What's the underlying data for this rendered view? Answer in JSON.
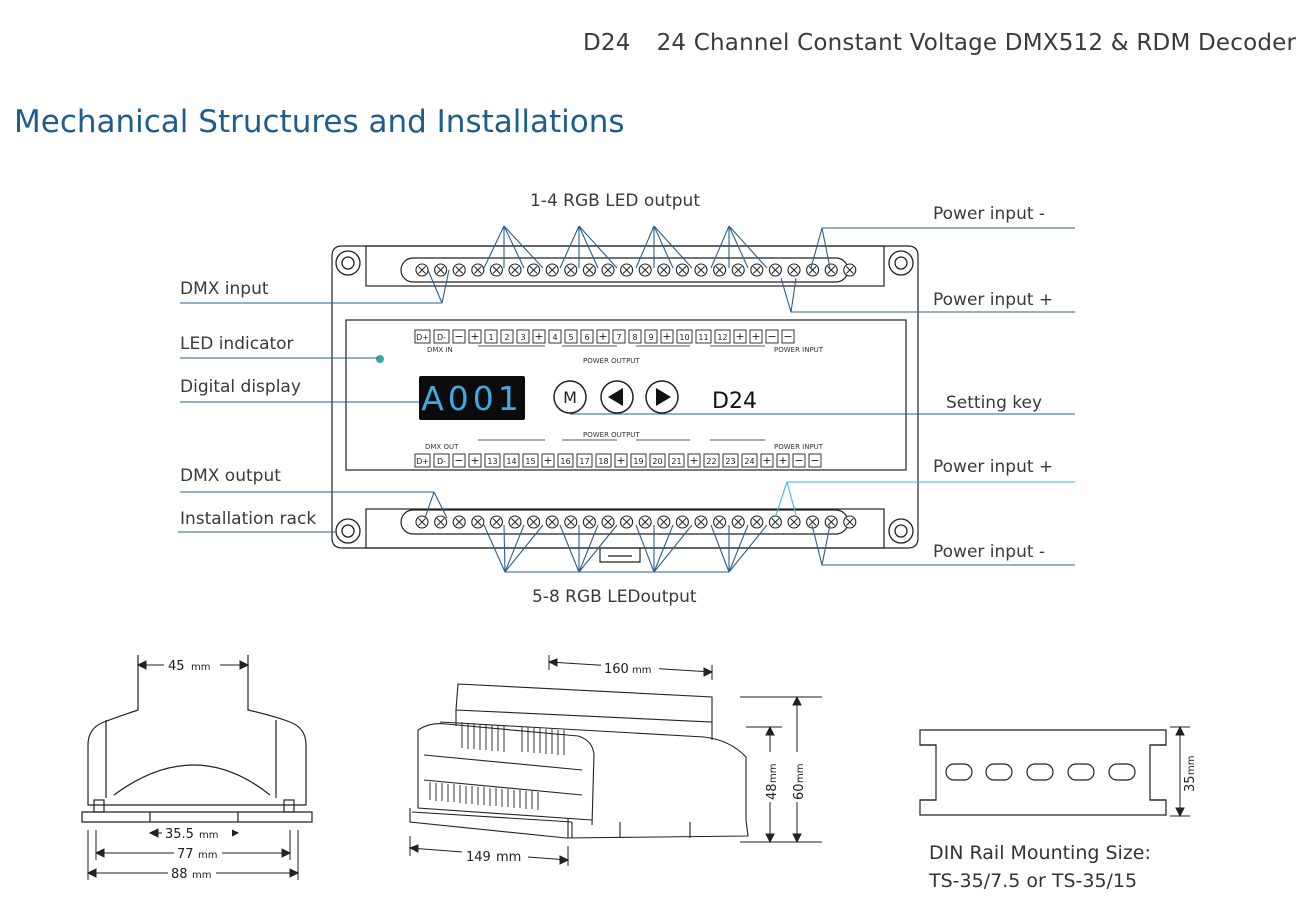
{
  "header": {
    "model": "D24",
    "product": "24 Channel Constant Voltage DMX512 & RDM Decoder"
  },
  "section_title": "Mechanical Structures and Installations",
  "callouts": {
    "rgb_1_4": "1-4 RGB LED output",
    "rgb_5_8": "5-8 RGB LEDoutput",
    "dmx_input": "DMX input",
    "led_indicator": "LED indicator",
    "digital_display": "Digital display",
    "dmx_output": "DMX output",
    "installation_rack": "Installation rack",
    "power_input_minus_top": "Power input -",
    "power_input_plus_top": "Power input +",
    "setting_key": "Setting key",
    "power_input_plus_bottom": "Power input +",
    "power_input_minus_bottom": "Power input -"
  },
  "device": {
    "display_value": "A001",
    "model_label": "D24",
    "key_m": "M",
    "top_port_labels": {
      "dmx_in": "DMX IN",
      "power_output": "POWER OUTPUT",
      "power_input": "POWER INPUT"
    },
    "bottom_port_labels": {
      "dmx_out": "DMX OUT",
      "power_output": "POWER OUTPUT",
      "power_input": "POWER INPUT"
    },
    "top_terminals": [
      "D+",
      "D-",
      "−",
      "+",
      "1",
      "2",
      "3",
      "+",
      "4",
      "5",
      "6",
      "+",
      "7",
      "8",
      "9",
      "+",
      "10",
      "11",
      "12",
      "+",
      "+",
      "−",
      "−"
    ],
    "bottom_terminals": [
      "D+",
      "D-",
      "−",
      "+",
      "13",
      "14",
      "15",
      "+",
      "16",
      "17",
      "18",
      "+",
      "19",
      "20",
      "21",
      "+",
      "22",
      "23",
      "24",
      "+",
      "+",
      "−",
      "−"
    ]
  },
  "dimensions": {
    "width_top": {
      "value": "45",
      "unit": "mm"
    },
    "inner": {
      "value": "35.5",
      "unit": "mm"
    },
    "mid": {
      "value": "77",
      "unit": "mm"
    },
    "outer": {
      "value": "88",
      "unit": "mm"
    },
    "length_top": {
      "value": "160",
      "unit": "mm"
    },
    "length_bottom": {
      "value": "149",
      "unit": "mm"
    },
    "height_inner": {
      "value": "48",
      "unit": "mm"
    },
    "height_outer": {
      "value": "60",
      "unit": "mm"
    },
    "rail_height": {
      "value": "35",
      "unit": "mm"
    }
  },
  "din_rail": {
    "line1": "DIN Rail Mounting Size:",
    "line2": "TS-35/7.5 or TS-35/15"
  },
  "colors": {
    "title": "#1f5d8c",
    "callout_line": "#2a5f8e",
    "display_text": "#3fa9e6",
    "indicator": "#3aa7b0"
  }
}
